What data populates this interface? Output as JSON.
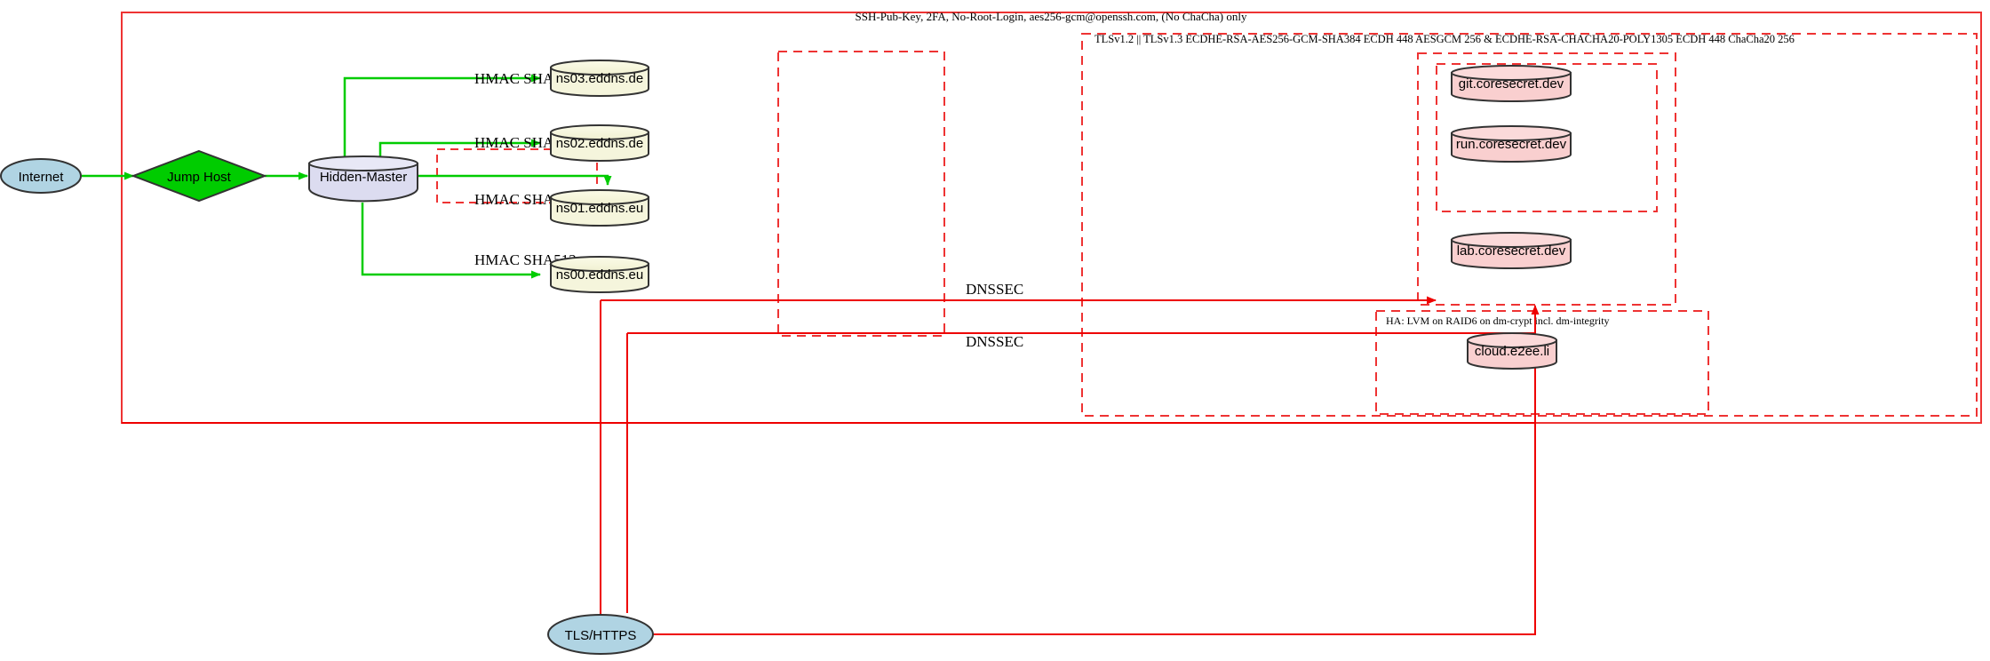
{
  "diagram": {
    "title_top": "SSH-Pub-Key, 2FA, No-Root-Login, aes256-gcm@openssh.com, (No ChaCha) only",
    "tls_policy": "TLSv1.2 || TLSv1.3 ECDHE-RSA-AES256-GCM-SHA384 ECDH 448 AESGCM 256 & ECDHE-RSA-CHACHA20-POLY1305 ECDH 448 ChaCha20 256",
    "ha_policy": "HA: LVM on RAID6 on dm-crypt incl. dm-integrity"
  },
  "nodes": {
    "internet": "Internet",
    "jump_host": "Jump Host",
    "hidden_master": "Hidden-Master",
    "tls_https": "TLS/HTTPS",
    "ns03": "ns03.eddns.de",
    "ns02": "ns02.eddns.de",
    "ns01": "ns01.eddns.eu",
    "ns00": "ns00.eddns.eu",
    "git": "git.coresecret.dev",
    "run": "run.coresecret.dev",
    "lab": "lab.coresecret.dev",
    "cloud": "cloud.e2ee.li"
  },
  "edge_labels": {
    "hmac_ns03": "HMAC SHA512",
    "hmac_ns02": "HMAC SHA512",
    "hmac_ns01": "HMAC SHA512",
    "hmac_ns00": "HMAC SHA512",
    "dnssec_upper": "DNSSEC",
    "dnssec_lower": "DNSSEC"
  },
  "colors": {
    "boundary_red": "#ee3333",
    "edge_green": "#00cc00",
    "edge_red": "#ee0000",
    "ellipse_fill": "#b0d4e3",
    "diamond_fill": "#00cc00",
    "master_fill": "#dcdcf0",
    "dns_fill": "#f5f5dc",
    "service_fill": "#f9cfcf",
    "stroke_dark": "#333333"
  }
}
